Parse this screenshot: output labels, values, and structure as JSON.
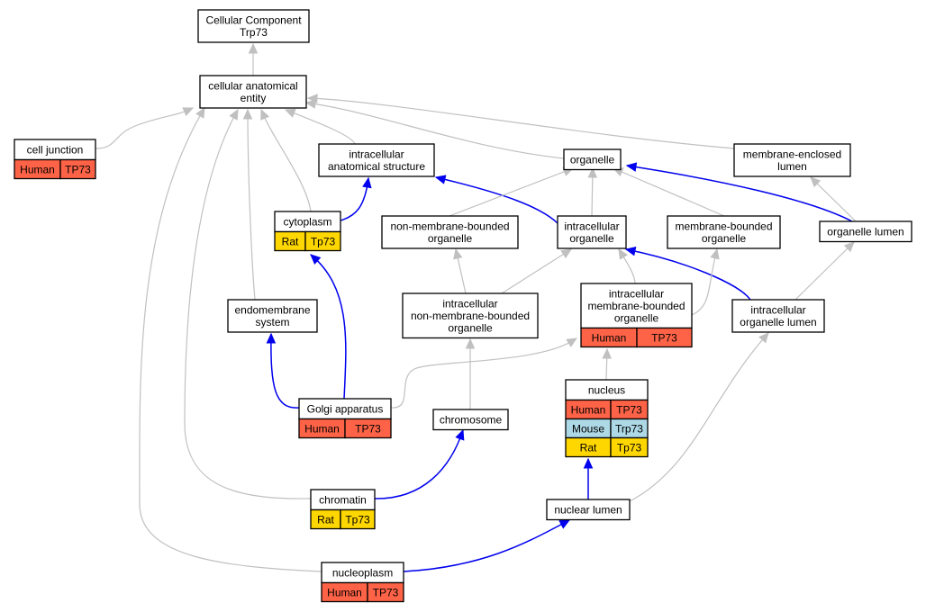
{
  "species_colors": {
    "Human": "#ff6347",
    "Mouse": "#add8e6",
    "Rat": "#ffd700"
  },
  "edge_colors": {
    "grey": "#c0c0c0",
    "blue": "#0000ee"
  },
  "nodes": [
    {
      "id": "root",
      "lines": [
        "Cellular Component",
        "Trp73"
      ],
      "annotations": []
    },
    {
      "id": "cae",
      "lines": [
        "cellular anatomical",
        "entity"
      ],
      "annotations": []
    },
    {
      "id": "cj",
      "lines": [
        "cell junction"
      ],
      "annotations": [
        {
          "species": "Human",
          "gene": "TP73"
        }
      ]
    },
    {
      "id": "ias",
      "lines": [
        "intracellular",
        "anatomical structure"
      ],
      "annotations": []
    },
    {
      "id": "org",
      "lines": [
        "organelle"
      ],
      "annotations": []
    },
    {
      "id": "mel",
      "lines": [
        "membrane-enclosed",
        "lumen"
      ],
      "annotations": []
    },
    {
      "id": "cyto",
      "lines": [
        "cytoplasm"
      ],
      "annotations": [
        {
          "species": "Rat",
          "gene": "Tp73"
        }
      ]
    },
    {
      "id": "nmbo",
      "lines": [
        "non-membrane-bounded",
        "organelle"
      ],
      "annotations": []
    },
    {
      "id": "io",
      "lines": [
        "intracellular",
        "organelle"
      ],
      "annotations": []
    },
    {
      "id": "mbo",
      "lines": [
        "membrane-bounded",
        "organelle"
      ],
      "annotations": []
    },
    {
      "id": "ol",
      "lines": [
        "organelle lumen"
      ],
      "annotations": []
    },
    {
      "id": "endo",
      "lines": [
        "endomembrane",
        "system"
      ],
      "annotations": []
    },
    {
      "id": "inmbo",
      "lines": [
        "intracellular",
        "non-membrane-bounded",
        "organelle"
      ],
      "annotations": []
    },
    {
      "id": "imbo",
      "lines": [
        "intracellular",
        "membrane-bounded",
        "organelle"
      ],
      "annotations": [
        {
          "species": "Human",
          "gene": "TP73"
        }
      ]
    },
    {
      "id": "iol",
      "lines": [
        "intracellular",
        "organelle lumen"
      ],
      "annotations": []
    },
    {
      "id": "golgi",
      "lines": [
        "Golgi apparatus"
      ],
      "annotations": [
        {
          "species": "Human",
          "gene": "TP73"
        }
      ]
    },
    {
      "id": "chromo",
      "lines": [
        "chromosome"
      ],
      "annotations": []
    },
    {
      "id": "nucleus",
      "lines": [
        "nucleus"
      ],
      "annotations": [
        {
          "species": "Human",
          "gene": "TP73"
        },
        {
          "species": "Mouse",
          "gene": "Trp73"
        },
        {
          "species": "Rat",
          "gene": "Tp73"
        }
      ]
    },
    {
      "id": "chromatin",
      "lines": [
        "chromatin"
      ],
      "annotations": [
        {
          "species": "Rat",
          "gene": "Tp73"
        }
      ]
    },
    {
      "id": "nl",
      "lines": [
        "nuclear lumen"
      ],
      "annotations": []
    },
    {
      "id": "nucleo",
      "lines": [
        "nucleoplasm"
      ],
      "annotations": [
        {
          "species": "Human",
          "gene": "TP73"
        }
      ]
    }
  ],
  "edges": [
    {
      "from": "cae",
      "to": "root",
      "color": "grey"
    },
    {
      "from": "cj",
      "to": "cae",
      "color": "grey"
    },
    {
      "from": "ias",
      "to": "cae",
      "color": "grey"
    },
    {
      "from": "org",
      "to": "cae",
      "color": "grey"
    },
    {
      "from": "mel",
      "to": "cae",
      "color": "grey"
    },
    {
      "from": "cyto",
      "to": "cae",
      "color": "grey"
    },
    {
      "from": "endo",
      "to": "cae",
      "color": "grey"
    },
    {
      "from": "chromatin",
      "to": "cae",
      "color": "grey"
    },
    {
      "from": "nucleo",
      "to": "cae",
      "color": "grey"
    },
    {
      "from": "cyto",
      "to": "ias",
      "color": "blue"
    },
    {
      "from": "io",
      "to": "ias",
      "color": "blue"
    },
    {
      "from": "nmbo",
      "to": "org",
      "color": "grey"
    },
    {
      "from": "io",
      "to": "org",
      "color": "grey"
    },
    {
      "from": "mbo",
      "to": "org",
      "color": "grey"
    },
    {
      "from": "ol",
      "to": "org",
      "color": "blue"
    },
    {
      "from": "ol",
      "to": "mel",
      "color": "grey"
    },
    {
      "from": "golgi",
      "to": "cyto",
      "color": "blue"
    },
    {
      "from": "golgi",
      "to": "endo",
      "color": "blue"
    },
    {
      "from": "golgi",
      "to": "imbo",
      "color": "grey"
    },
    {
      "from": "inmbo",
      "to": "nmbo",
      "color": "grey"
    },
    {
      "from": "inmbo",
      "to": "io",
      "color": "grey"
    },
    {
      "from": "imbo",
      "to": "io",
      "color": "grey"
    },
    {
      "from": "iol",
      "to": "io",
      "color": "blue"
    },
    {
      "from": "imbo",
      "to": "mbo",
      "color": "grey"
    },
    {
      "from": "iol",
      "to": "ol",
      "color": "grey"
    },
    {
      "from": "chromo",
      "to": "inmbo",
      "color": "grey"
    },
    {
      "from": "nucleus",
      "to": "imbo",
      "color": "grey"
    },
    {
      "from": "chromatin",
      "to": "chromo",
      "color": "blue"
    },
    {
      "from": "nl",
      "to": "nucleus",
      "color": "blue"
    },
    {
      "from": "nl",
      "to": "iol",
      "color": "grey"
    },
    {
      "from": "nucleo",
      "to": "nl",
      "color": "blue"
    }
  ]
}
